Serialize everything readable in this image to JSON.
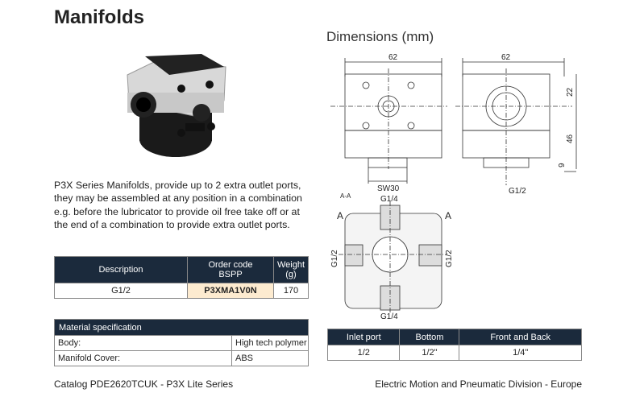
{
  "title": "Manifolds",
  "description": "P3X Series Manifolds, provide up to 2 extra outlet ports, they may be assembled at any position in a combination e.g. before the lubricator to provide oil free take off or at the end of a combination to provide extra outlet ports.",
  "order_table": {
    "headers": [
      "Description",
      "Order code BSPP",
      "Weight (g)"
    ],
    "header_order_line1": "Order code",
    "header_order_line2": "BSPP",
    "header_weight_line1": "Weight",
    "header_weight_line2": "(g)",
    "rows": [
      {
        "description": "G1/2",
        "order_code": "P3XMA1V0N",
        "weight": "170"
      }
    ]
  },
  "material": {
    "title": "Material specification",
    "rows": [
      {
        "part": "Body:",
        "material": "High tech polymer"
      },
      {
        "part": "Manifold Cover:",
        "material": "ABS"
      }
    ]
  },
  "dimensions": {
    "title": "Dimensions (mm)",
    "front_width": "62",
    "side_width": "62",
    "h22": "22",
    "h46": "46",
    "h9": "9",
    "sw": "SW30",
    "bottom_port": "G1/2",
    "section_label": "A-A",
    "section_top": "G1/4",
    "section_bottom": "G1/4",
    "section_left": "G1/2",
    "section_right": "G1/2",
    "cut_a": "A"
  },
  "ports_table": {
    "headers": [
      "Inlet port",
      "Bottom",
      "Front and Back"
    ],
    "values": [
      "1/2",
      "1/2\"",
      "1/4\""
    ]
  },
  "footer": {
    "left": "Catalog PDE2620TCUK - P3X Lite Series",
    "right": "Electric Motion and Pneumatic Division - Europe"
  }
}
